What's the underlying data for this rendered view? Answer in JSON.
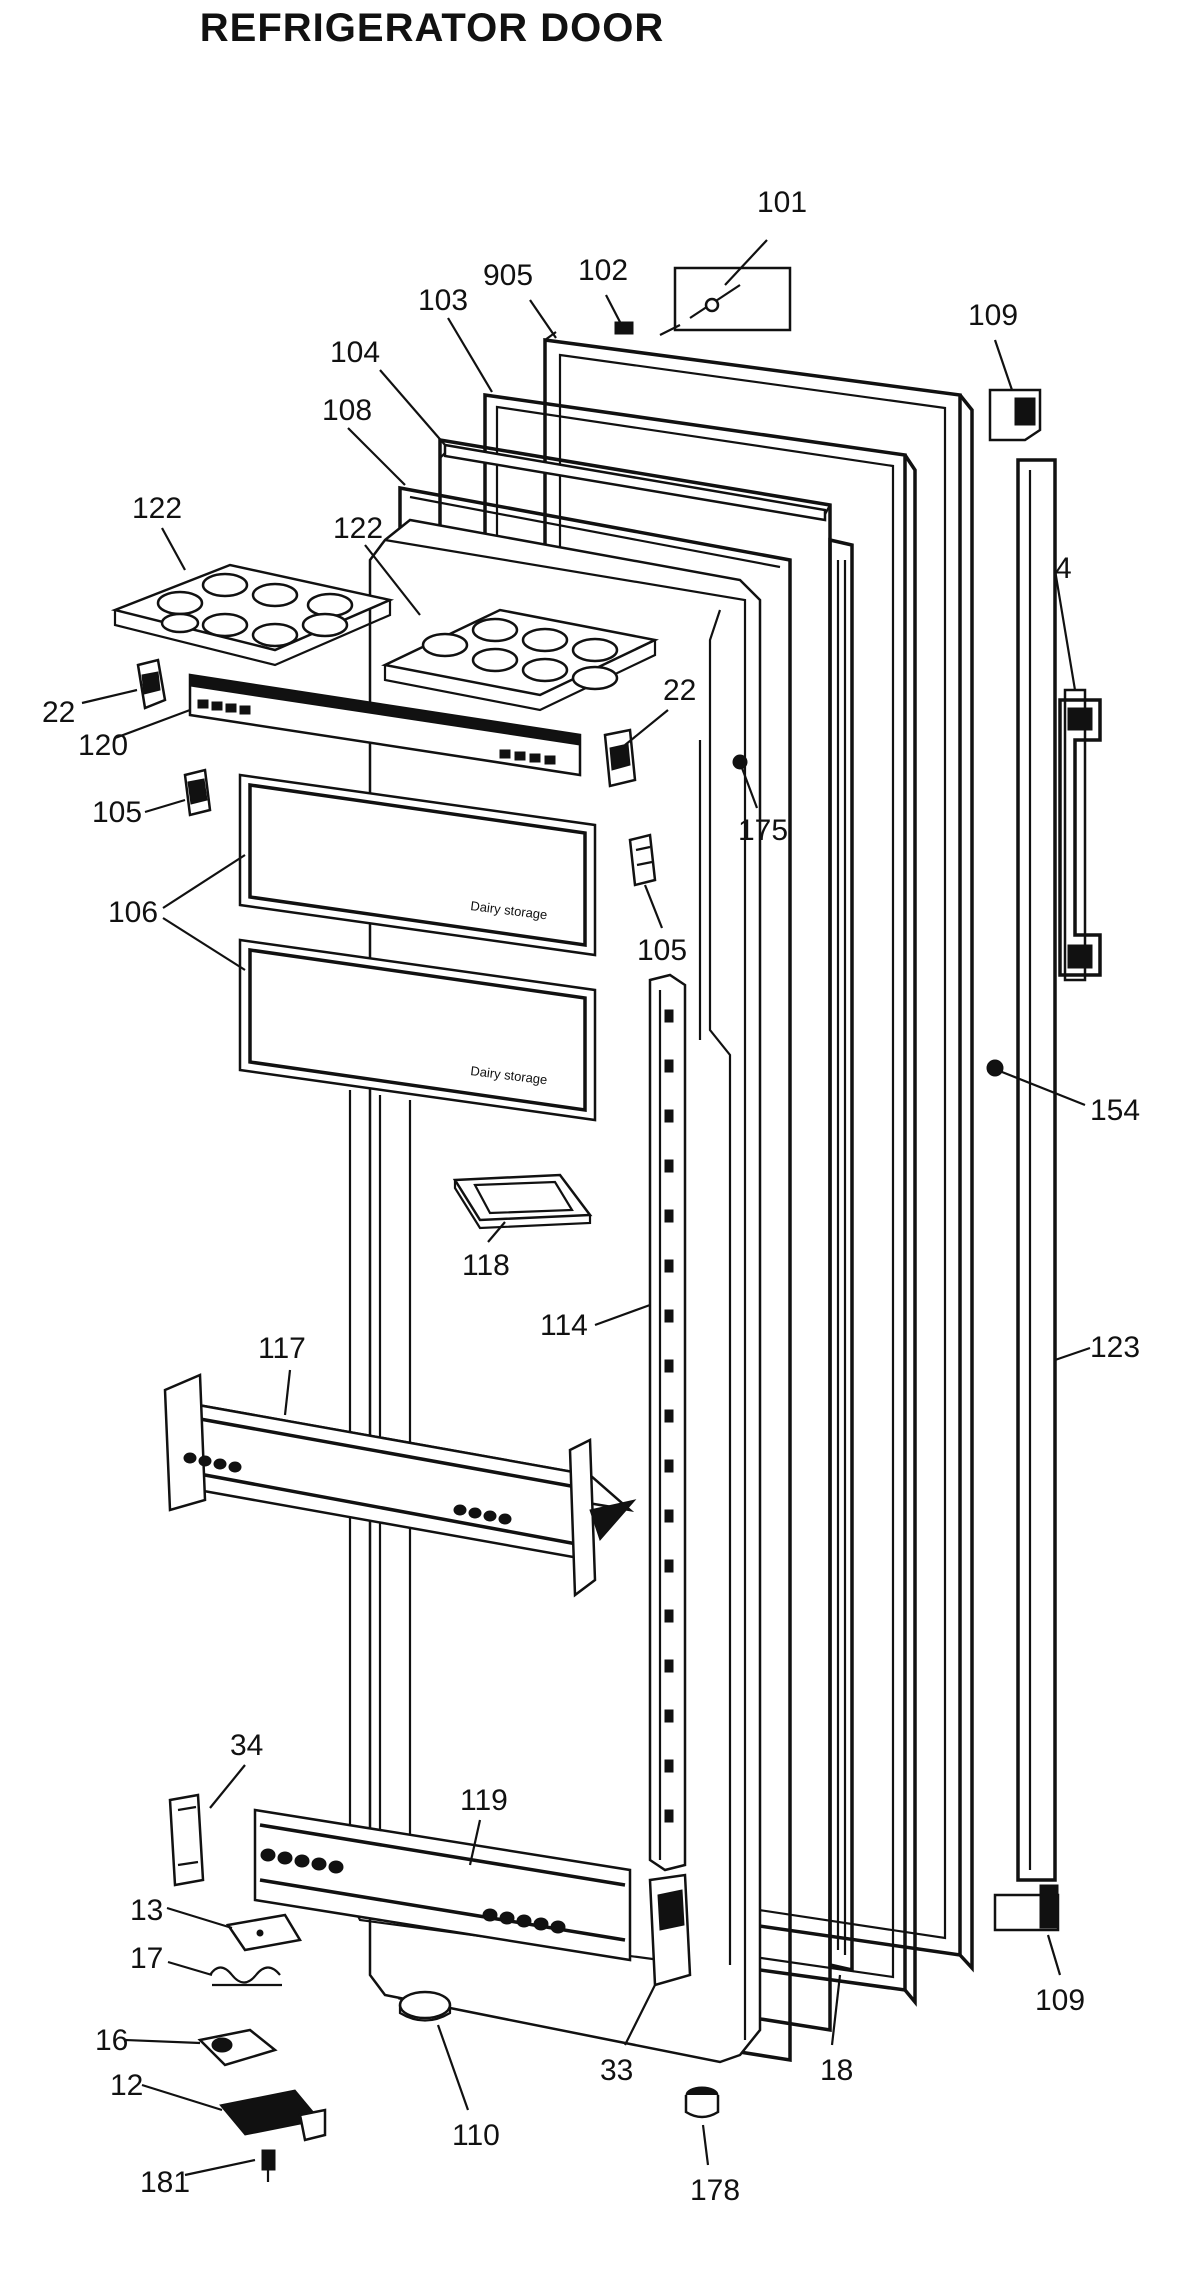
{
  "title": "REFRIGERATOR DOOR",
  "shelf_text": "Dairy storage",
  "labels": {
    "l101": "101",
    "l102": "102",
    "l905": "905",
    "l103": "103",
    "l104": "104",
    "l108": "108",
    "l109a": "109",
    "l122a": "122",
    "l122b": "122",
    "l4": "4",
    "l22a": "22",
    "l22b": "22",
    "l120": "120",
    "l175": "175",
    "l105a": "105",
    "l106": "106",
    "l105b": "105",
    "l154": "154",
    "l118": "118",
    "l114": "114",
    "l117": "117",
    "l123": "123",
    "l34": "34",
    "l119": "119",
    "l13": "13",
    "l17": "17",
    "l16": "16",
    "l12": "12",
    "l110": "110",
    "l33": "33",
    "l18": "18",
    "l109b": "109",
    "l181": "181",
    "l178": "178"
  }
}
